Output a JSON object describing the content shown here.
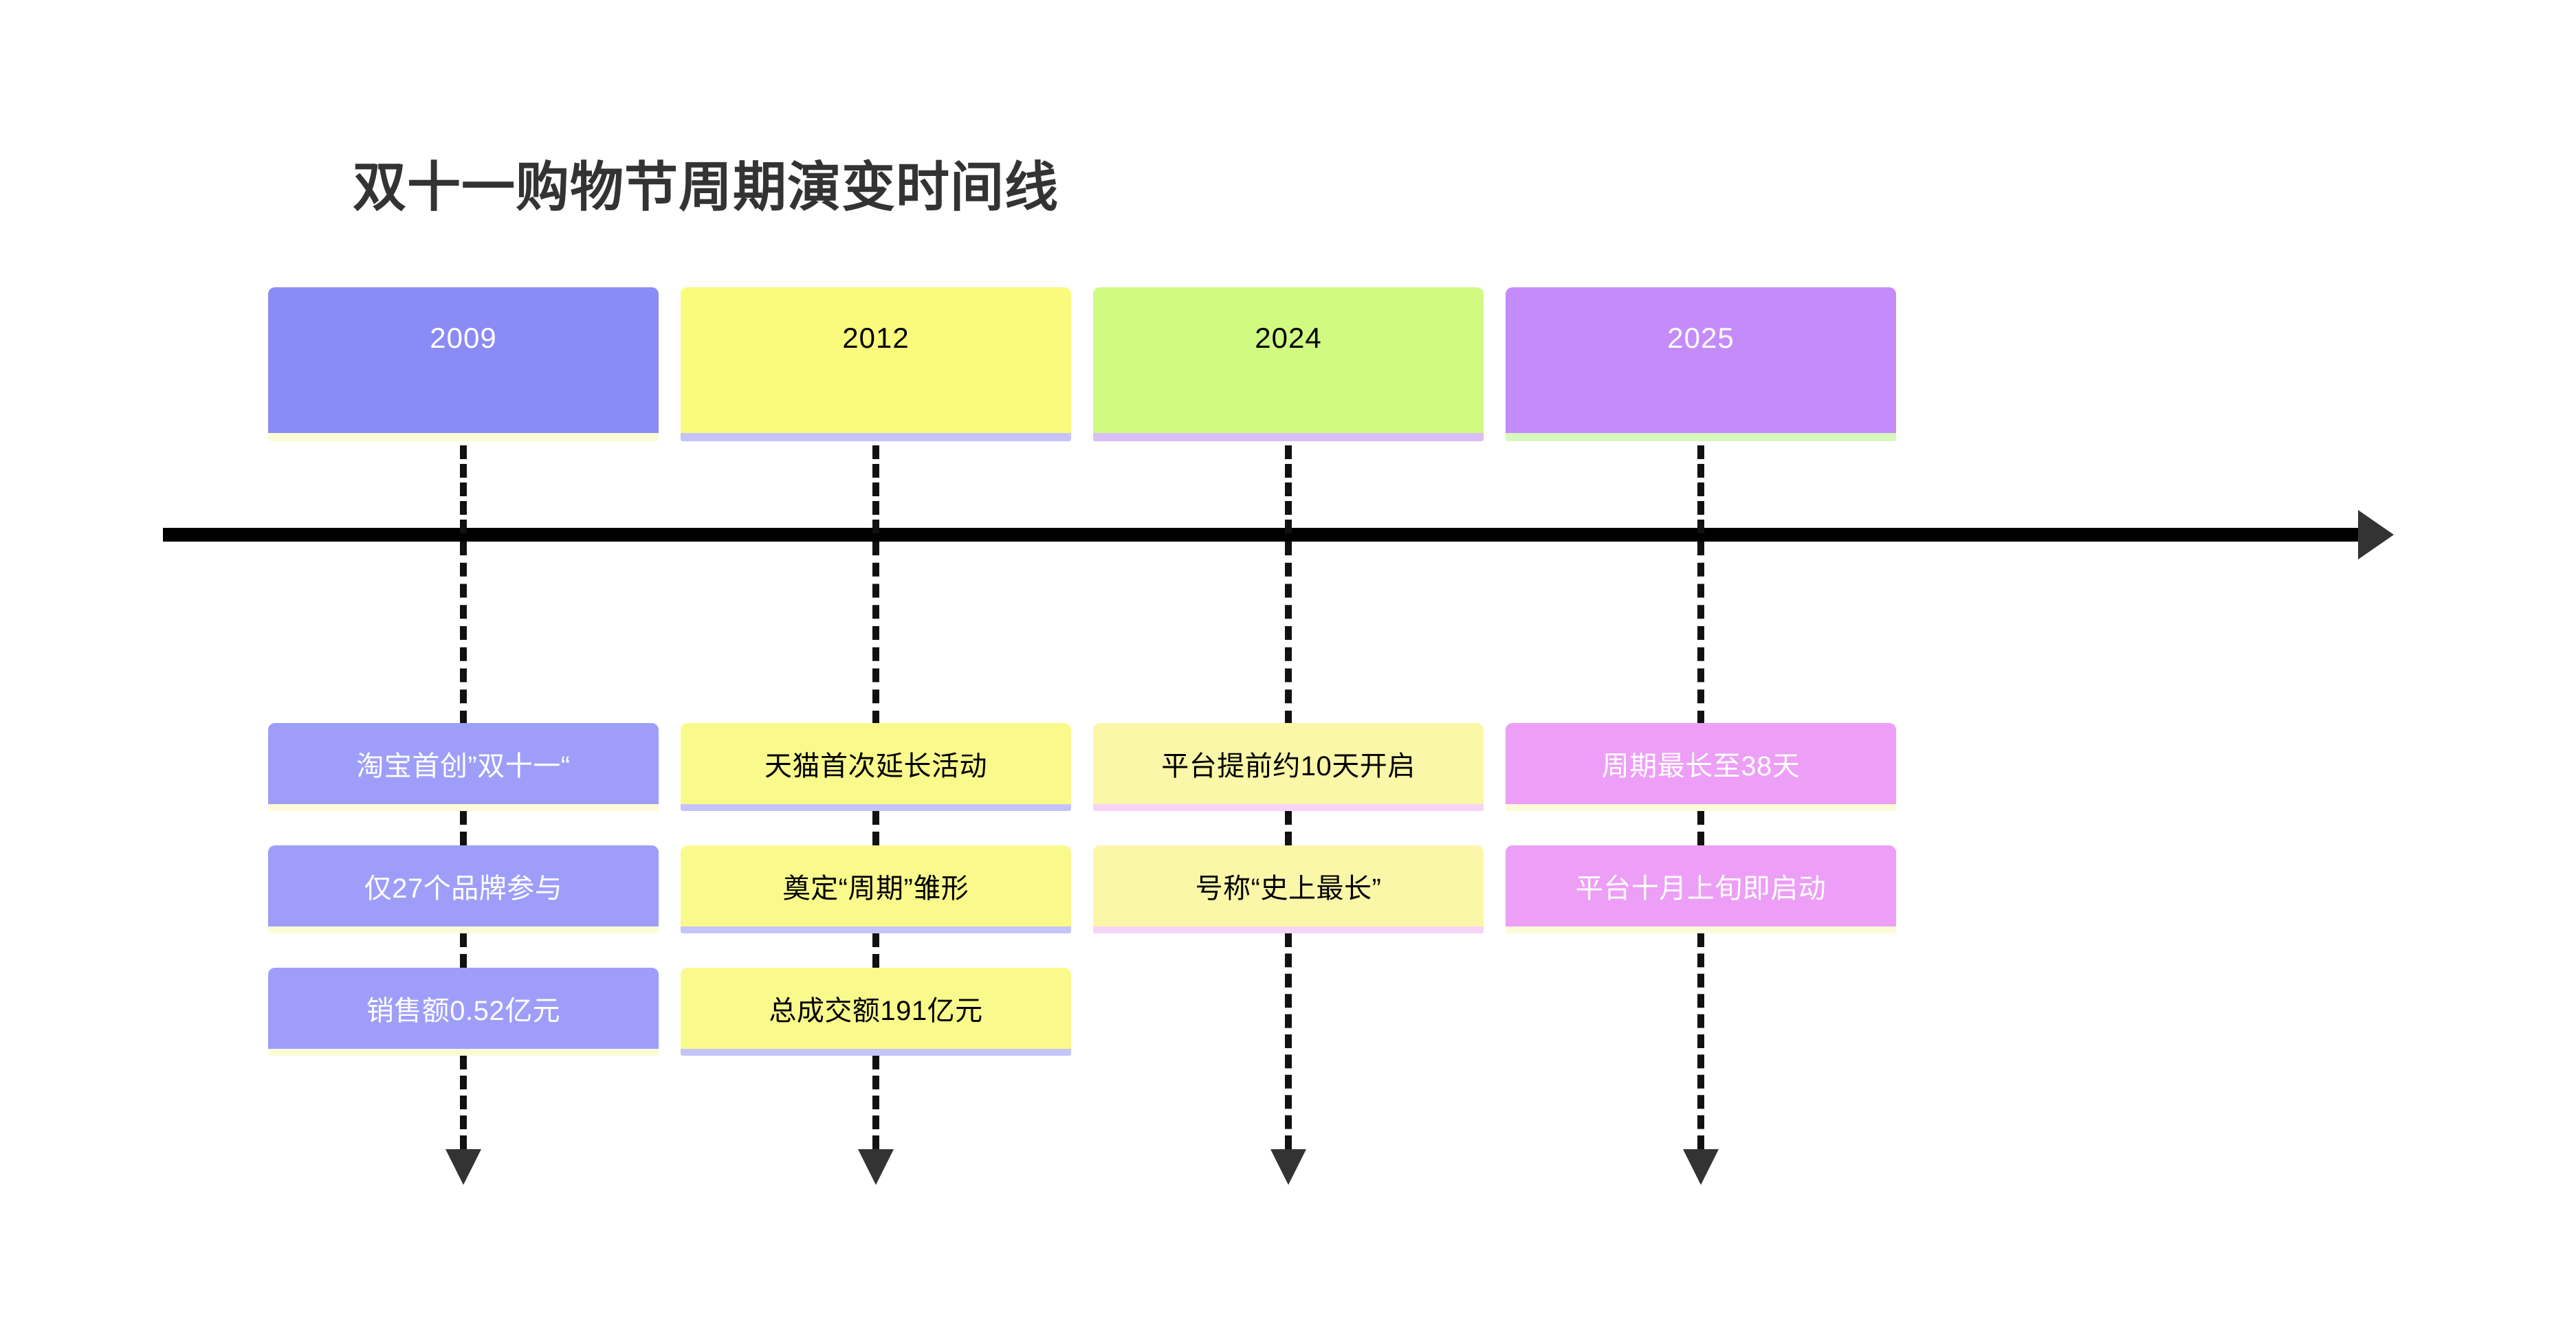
{
  "title": "双十一购物节周期演变时间线",
  "palette": {
    "title_color": "#333333",
    "axis_color": "#000000",
    "arrow_color": "#333333",
    "dash_color": "#111111",
    "background": "#ffffff",
    "purple": "#8B8BF5",
    "yellow": "#FAFA7D",
    "green": "#D0FA82",
    "violet": "#C48BFA",
    "cream": "#FCFBD8",
    "lavender": "#C4C4FA",
    "pale_violet": "#EDD0FA",
    "pale_green": "#D8F7BE",
    "pale_yellow": "#F7F7B0",
    "pink": "#EFA8F7"
  },
  "axis": {
    "label": "timeline-axis",
    "direction": "left-to-right"
  },
  "columns": [
    {
      "year": "2009",
      "year_bg": "#8B8BF5",
      "year_text_color": "#FFFFFF",
      "year_strip_color": "#FCFBD8",
      "card_bg": "#9E9EFA",
      "card_text_color": "#FFFFFF",
      "card_strip_color": "#FCFBD8",
      "items": [
        "淘宝首创”双十一“",
        "仅27个品牌参与",
        "销售额0.52亿元"
      ]
    },
    {
      "year": "2012",
      "year_bg": "#FAFA7D",
      "year_text_color": "#000000",
      "year_strip_color": "#C4C4FA",
      "card_bg": "#FAFA8C",
      "card_text_color": "#000000",
      "card_strip_color": "#C4C4FA",
      "items": [
        "天猫首次延长活动",
        "奠定“周期”雏形",
        "总成交额191亿元"
      ]
    },
    {
      "year": "2024",
      "year_bg": "#D0FA82",
      "year_text_color": "#000000",
      "year_strip_color": "#D9BEF7",
      "card_bg": "#FAF7A8",
      "card_text_color": "#000000",
      "card_strip_color": "#F7D4F7",
      "items": [
        "平台提前约10天开启",
        "号称“史上最长”"
      ]
    },
    {
      "year": "2025",
      "year_bg": "#C48BFA",
      "year_text_color": "#FFFFFF",
      "year_strip_color": "#D8F7BE",
      "card_bg": "#ED9EF7",
      "card_text_color": "#FFFFFF",
      "card_strip_color": "#FCFBD8",
      "items": [
        "周期最长至38天",
        "平台十月上旬即启动"
      ]
    }
  ]
}
